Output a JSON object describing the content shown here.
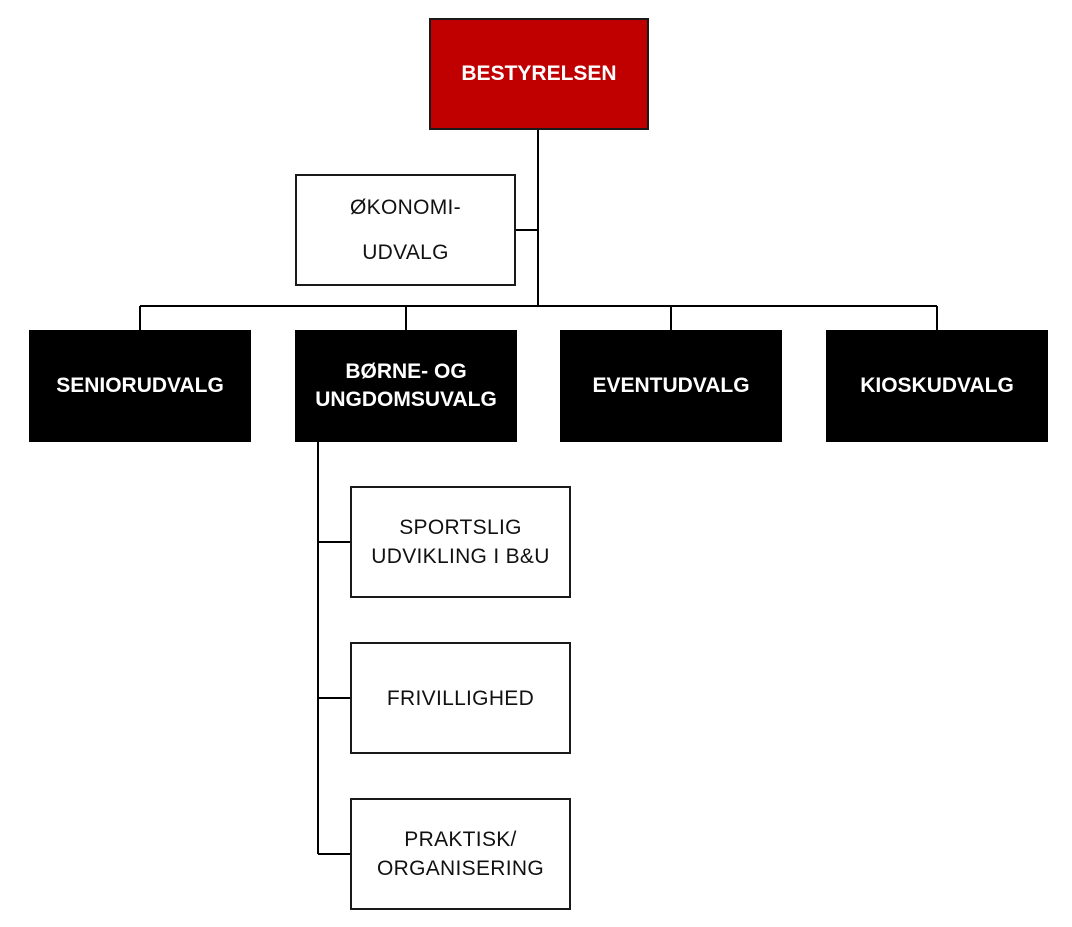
{
  "org_chart": {
    "root": {
      "label": "BESTYRELSEN",
      "color": "#c00000"
    },
    "side_committee": {
      "label": "ØKONOMI-\nUDVALG"
    },
    "committees": [
      {
        "label": "SENIORUDVALG"
      },
      {
        "label": "BØRNE- OG\nUNGDOMSUVALG"
      },
      {
        "label": "EVENTUDVALG"
      },
      {
        "label": "KIOSKUDVALG"
      }
    ],
    "youth_subgroups": [
      {
        "label": "SPORTSLIG\nUDVIKLING I B&U"
      },
      {
        "label": "FRIVILLIGHED"
      },
      {
        "label": "PRAKTISK/\nORGANISERING"
      }
    ]
  }
}
